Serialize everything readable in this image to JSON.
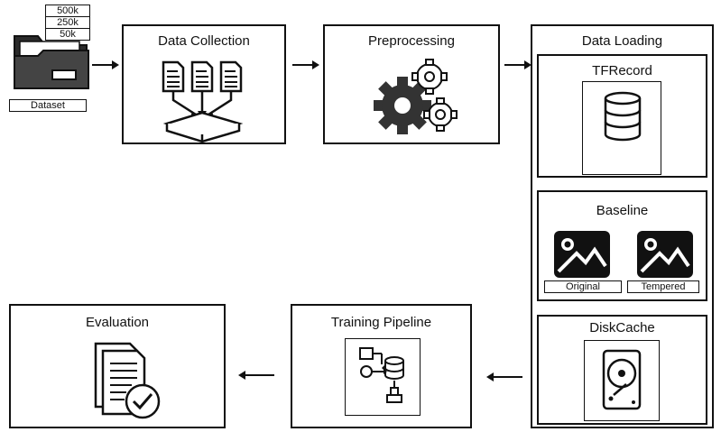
{
  "dataset": {
    "sizes": [
      "500k",
      "250k",
      "50k"
    ],
    "label": "Dataset"
  },
  "stages": {
    "data_collection": "Data Collection",
    "preprocessing": "Preprocessing",
    "data_loading": "Data Loading",
    "training_pipeline": "Training Pipeline",
    "evaluation": "Evaluation"
  },
  "loaders": {
    "tfrecord": "TFRecord",
    "baseline": {
      "title": "Baseline",
      "original": "Original",
      "tempered": "Tempered"
    },
    "diskcache": "DiskCache"
  },
  "icons": {
    "dataset": "folder-icon",
    "data_collection": "documents-merge-icon",
    "preprocessing": "gears-icon",
    "tfrecord": "database-icon",
    "baseline_original": "image-icon",
    "baseline_tempered": "image-icon",
    "diskcache": "hard-drive-icon",
    "training_pipeline": "flowchart-icon",
    "evaluation": "document-check-icon"
  }
}
